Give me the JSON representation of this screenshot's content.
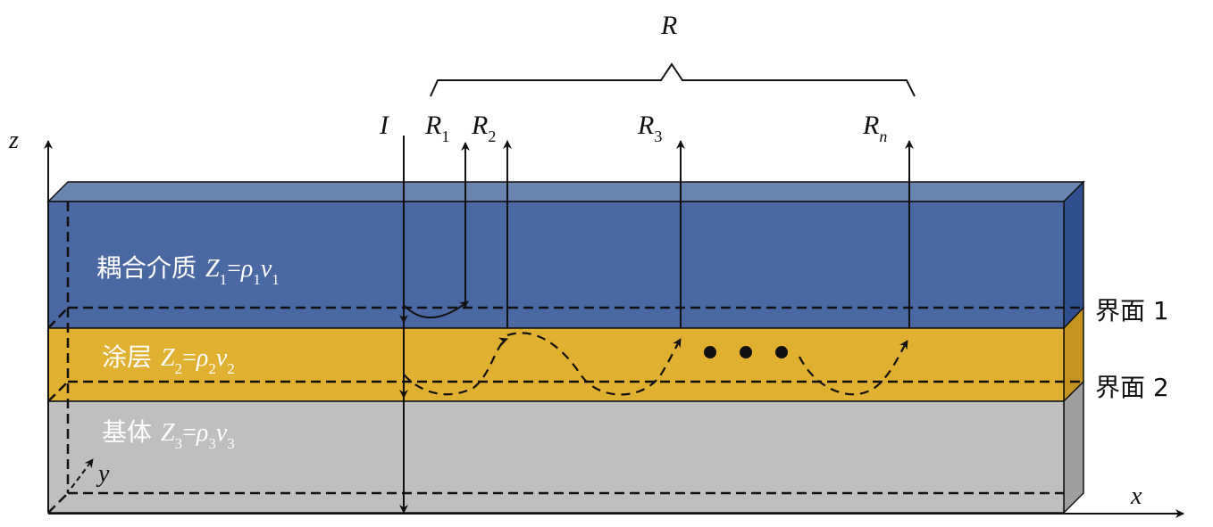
{
  "colors": {
    "coupling_front": "#4a68a1",
    "coupling_top": "#6a84b0",
    "coupling_side": "#2f4f8f",
    "coating_front": "#e0b030",
    "coating_side": "#c49320",
    "substrate_front": "#c0bfc0",
    "substrate_side": "#9e9e9e",
    "line": "#111111"
  },
  "axes": {
    "x": "x",
    "y": "y",
    "z": "z"
  },
  "layers": {
    "coupling": {
      "name": "耦合介质",
      "Z": "Z",
      "Z_sub": "1",
      "rho": "ρ",
      "rho_sub": "1",
      "v": "v",
      "v_sub": "1",
      "eq": "="
    },
    "coating": {
      "name": "涂层",
      "Z": "Z",
      "Z_sub": "2",
      "rho": "ρ",
      "rho_sub": "2",
      "v": "v",
      "v_sub": "2",
      "eq": "="
    },
    "substrate": {
      "name": "基体",
      "Z": "Z",
      "Z_sub": "3",
      "rho": "ρ",
      "rho_sub": "3",
      "v": "v",
      "v_sub": "3",
      "eq": "="
    }
  },
  "interfaces": {
    "interface1": "界面 1",
    "interface2": "界面 2"
  },
  "waves": {
    "incident": "I",
    "total_reflection": "R",
    "r1": {
      "main": "R",
      "sub": "1"
    },
    "r2": {
      "main": "R",
      "sub": "2"
    },
    "r3": {
      "main": "R",
      "sub": "3"
    },
    "rn": {
      "main": "R",
      "sub": "n"
    }
  }
}
